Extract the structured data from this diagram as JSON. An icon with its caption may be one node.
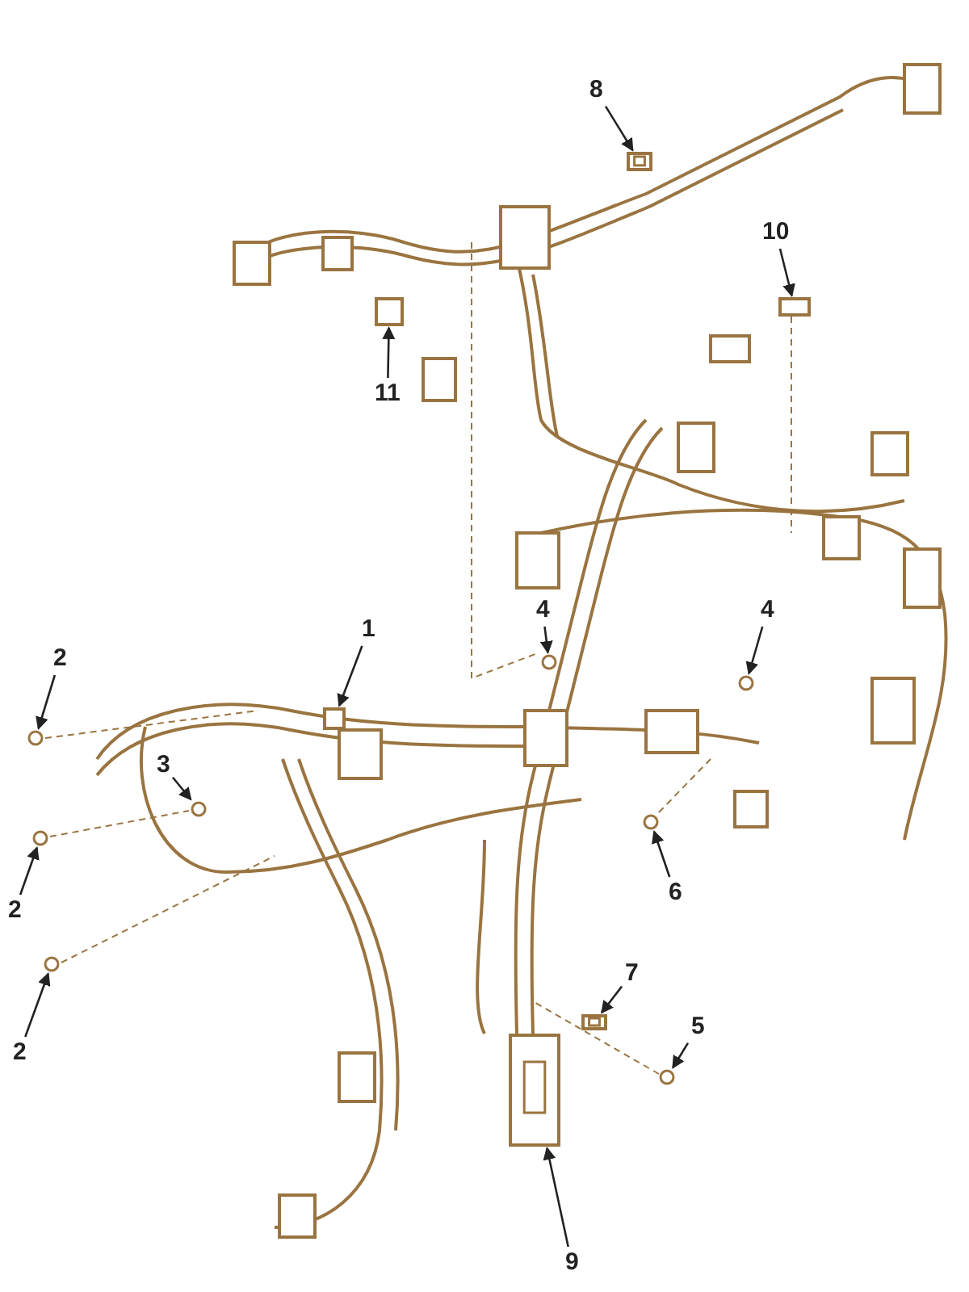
{
  "diagram": {
    "nodes": [
      {
        "text": [
          "8"
        ]
      },
      {
        "text": [
          "10"
        ]
      },
      {
        "text": [
          "11"
        ]
      },
      {
        "text": [
          "1"
        ]
      },
      {
        "text": [
          "4"
        ]
      },
      {
        "text": [
          "4"
        ]
      },
      {
        "text": [
          "2"
        ]
      },
      {
        "text": [
          "3"
        ]
      },
      {
        "text": [
          "6"
        ]
      },
      {
        "text": [
          "2"
        ]
      },
      {
        "text": [
          "7"
        ]
      },
      {
        "text": [
          "2"
        ]
      },
      {
        "text": [
          "5"
        ]
      },
      {
        "text": [
          "9"
        ]
      },
      {
        "text": [],
        "shape": "picture"
      },
      {
        "text": [],
        "shape": "box"
      },
      {
        "text": [],
        "shape": "box"
      },
      {
        "text": [],
        "shape": "box"
      },
      {
        "text": [],
        "shape": "circle"
      },
      {
        "text": [],
        "shape": "circle"
      },
      {
        "text": [],
        "shape": "circle"
      },
      {
        "text": [],
        "shape": "circle"
      },
      {
        "text": [],
        "shape": "circle"
      },
      {
        "text": [],
        "shape": "circle"
      },
      {
        "text": [],
        "shape": "picture"
      },
      {
        "text": [],
        "shape": "circle"
      },
      {
        "text": [],
        "shape": "circle"
      },
      {
        "text": [],
        "shape": "picture"
      }
    ],
    "edges": [
      {
        "from": 0,
        "to": 14,
        "arrow": "to"
      },
      {
        "from": 1,
        "to": 15,
        "arrow": "to"
      },
      {
        "from": 2,
        "to": 16,
        "arrow": "to"
      },
      {
        "from": 3,
        "to": 17,
        "arrow": "to"
      },
      {
        "from": 4,
        "to": 18,
        "arrow": "to"
      },
      {
        "from": 5,
        "to": 19,
        "arrow": "to"
      },
      {
        "from": 6,
        "to": 20,
        "arrow": "to"
      },
      {
        "from": 7,
        "to": 21,
        "arrow": "to"
      },
      {
        "from": 8,
        "to": 22,
        "arrow": "to"
      },
      {
        "from": 9,
        "to": 23,
        "arrow": "to"
      },
      {
        "from": 10,
        "to": 24,
        "arrow": "to"
      },
      {
        "from": 11,
        "to": 25,
        "arrow": "to"
      },
      {
        "from": 12,
        "to": 26,
        "arrow": "to"
      },
      {
        "from": 13,
        "to": 27,
        "arrow": "to"
      }
    ]
  }
}
